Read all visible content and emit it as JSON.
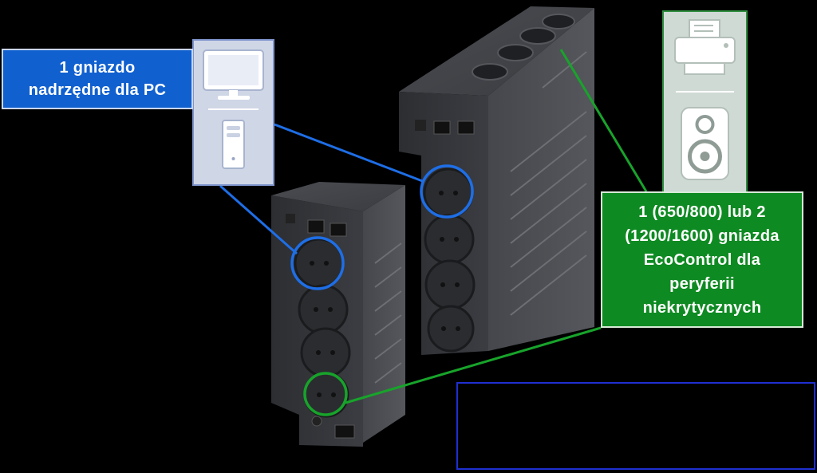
{
  "callouts": {
    "pc": {
      "lines": [
        "1 gniazdo",
        "nadrzędne dla PC"
      ]
    },
    "eco": {
      "lines": [
        "1 (650/800) lub 2",
        "(1200/1600) gniazda",
        "EcoControl dla",
        "peryferii",
        "niekrytycznych"
      ]
    }
  },
  "icons": {
    "pc_panel": [
      "monitor-icon",
      "pc-tower-icon"
    ],
    "peripherals_panel": [
      "printer-icon",
      "speaker-icon"
    ]
  },
  "colors": {
    "background": "#000000",
    "blue_accent": "#1060d0",
    "green_accent": "#0e8a22",
    "device_body": "#3a3c40"
  }
}
